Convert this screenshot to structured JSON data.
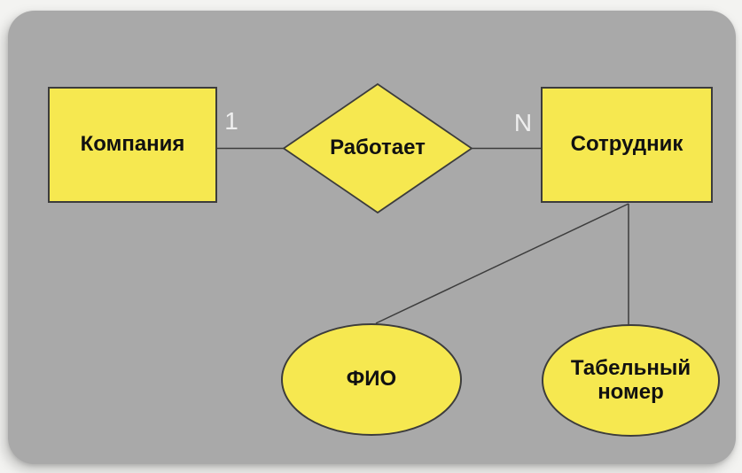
{
  "diagram": {
    "type": "er-diagram",
    "entities": [
      {
        "id": "company",
        "label": "Компания"
      },
      {
        "id": "employee",
        "label": "Сотрудник"
      }
    ],
    "relationship": {
      "id": "works",
      "label": "Работает"
    },
    "attributes": [
      {
        "id": "fio",
        "label": "ФИО"
      },
      {
        "id": "personnel-number",
        "label": "Табельный номер"
      }
    ],
    "connections": [
      {
        "from": "company",
        "to": "works",
        "label": "1"
      },
      {
        "from": "works",
        "to": "employee",
        "label": "N"
      },
      {
        "from": "employee",
        "to": "fio",
        "label": ""
      },
      {
        "from": "employee",
        "to": "personnel-number",
        "label": ""
      }
    ],
    "colors": {
      "shape_fill": "#F6E850",
      "shape_border": "#3C3C3C",
      "connector": "#3C3C3C",
      "panel_background": "#A9A9A9",
      "page_background": "#F3F3F1",
      "cardinality_text": "#EFEFEF",
      "label_text": "#111111"
    }
  }
}
